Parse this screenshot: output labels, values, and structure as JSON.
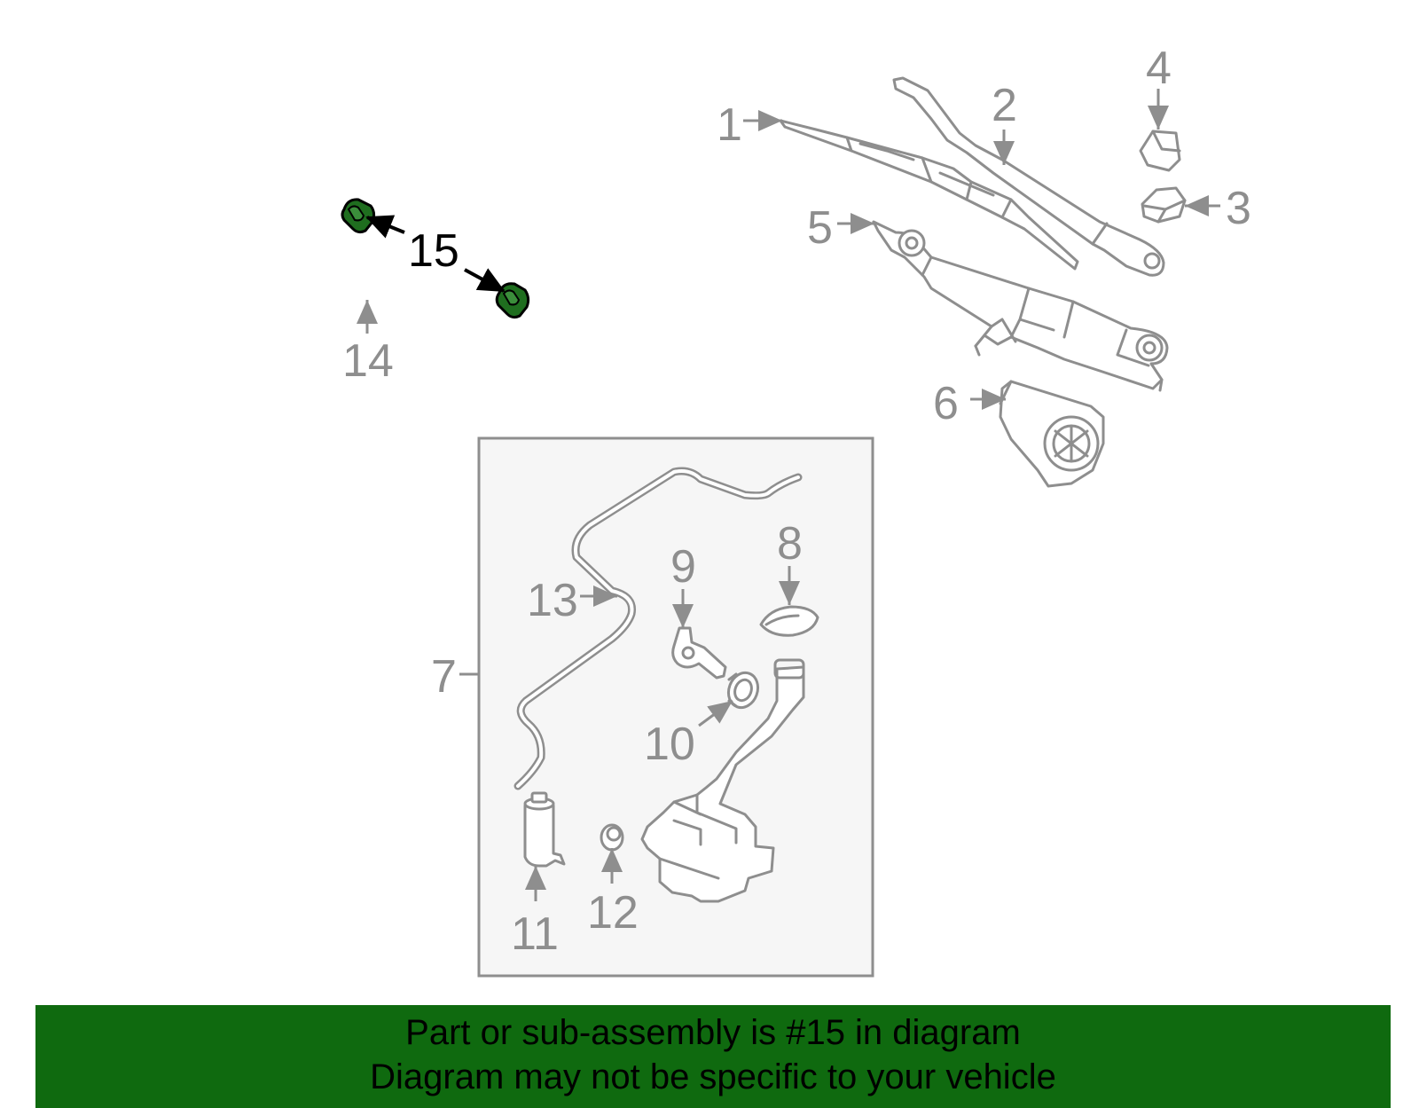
{
  "labels": {
    "l1": "1",
    "l2": "2",
    "l3": "3",
    "l4": "4",
    "l5": "5",
    "l6": "6",
    "l7": "7",
    "l8": "8",
    "l9": "9",
    "l10": "10",
    "l11": "11",
    "l12": "12",
    "l13": "13",
    "l14": "14",
    "l15": "15"
  },
  "banner": {
    "line1": "Part or sub-assembly is #15 in diagram",
    "line2": "Diagram may not be specific to your vehicle"
  },
  "colors": {
    "highlight_part": "#1f6e1f",
    "banner_bg": "#0f6a0f",
    "line_gray": "#8e8e8e"
  }
}
